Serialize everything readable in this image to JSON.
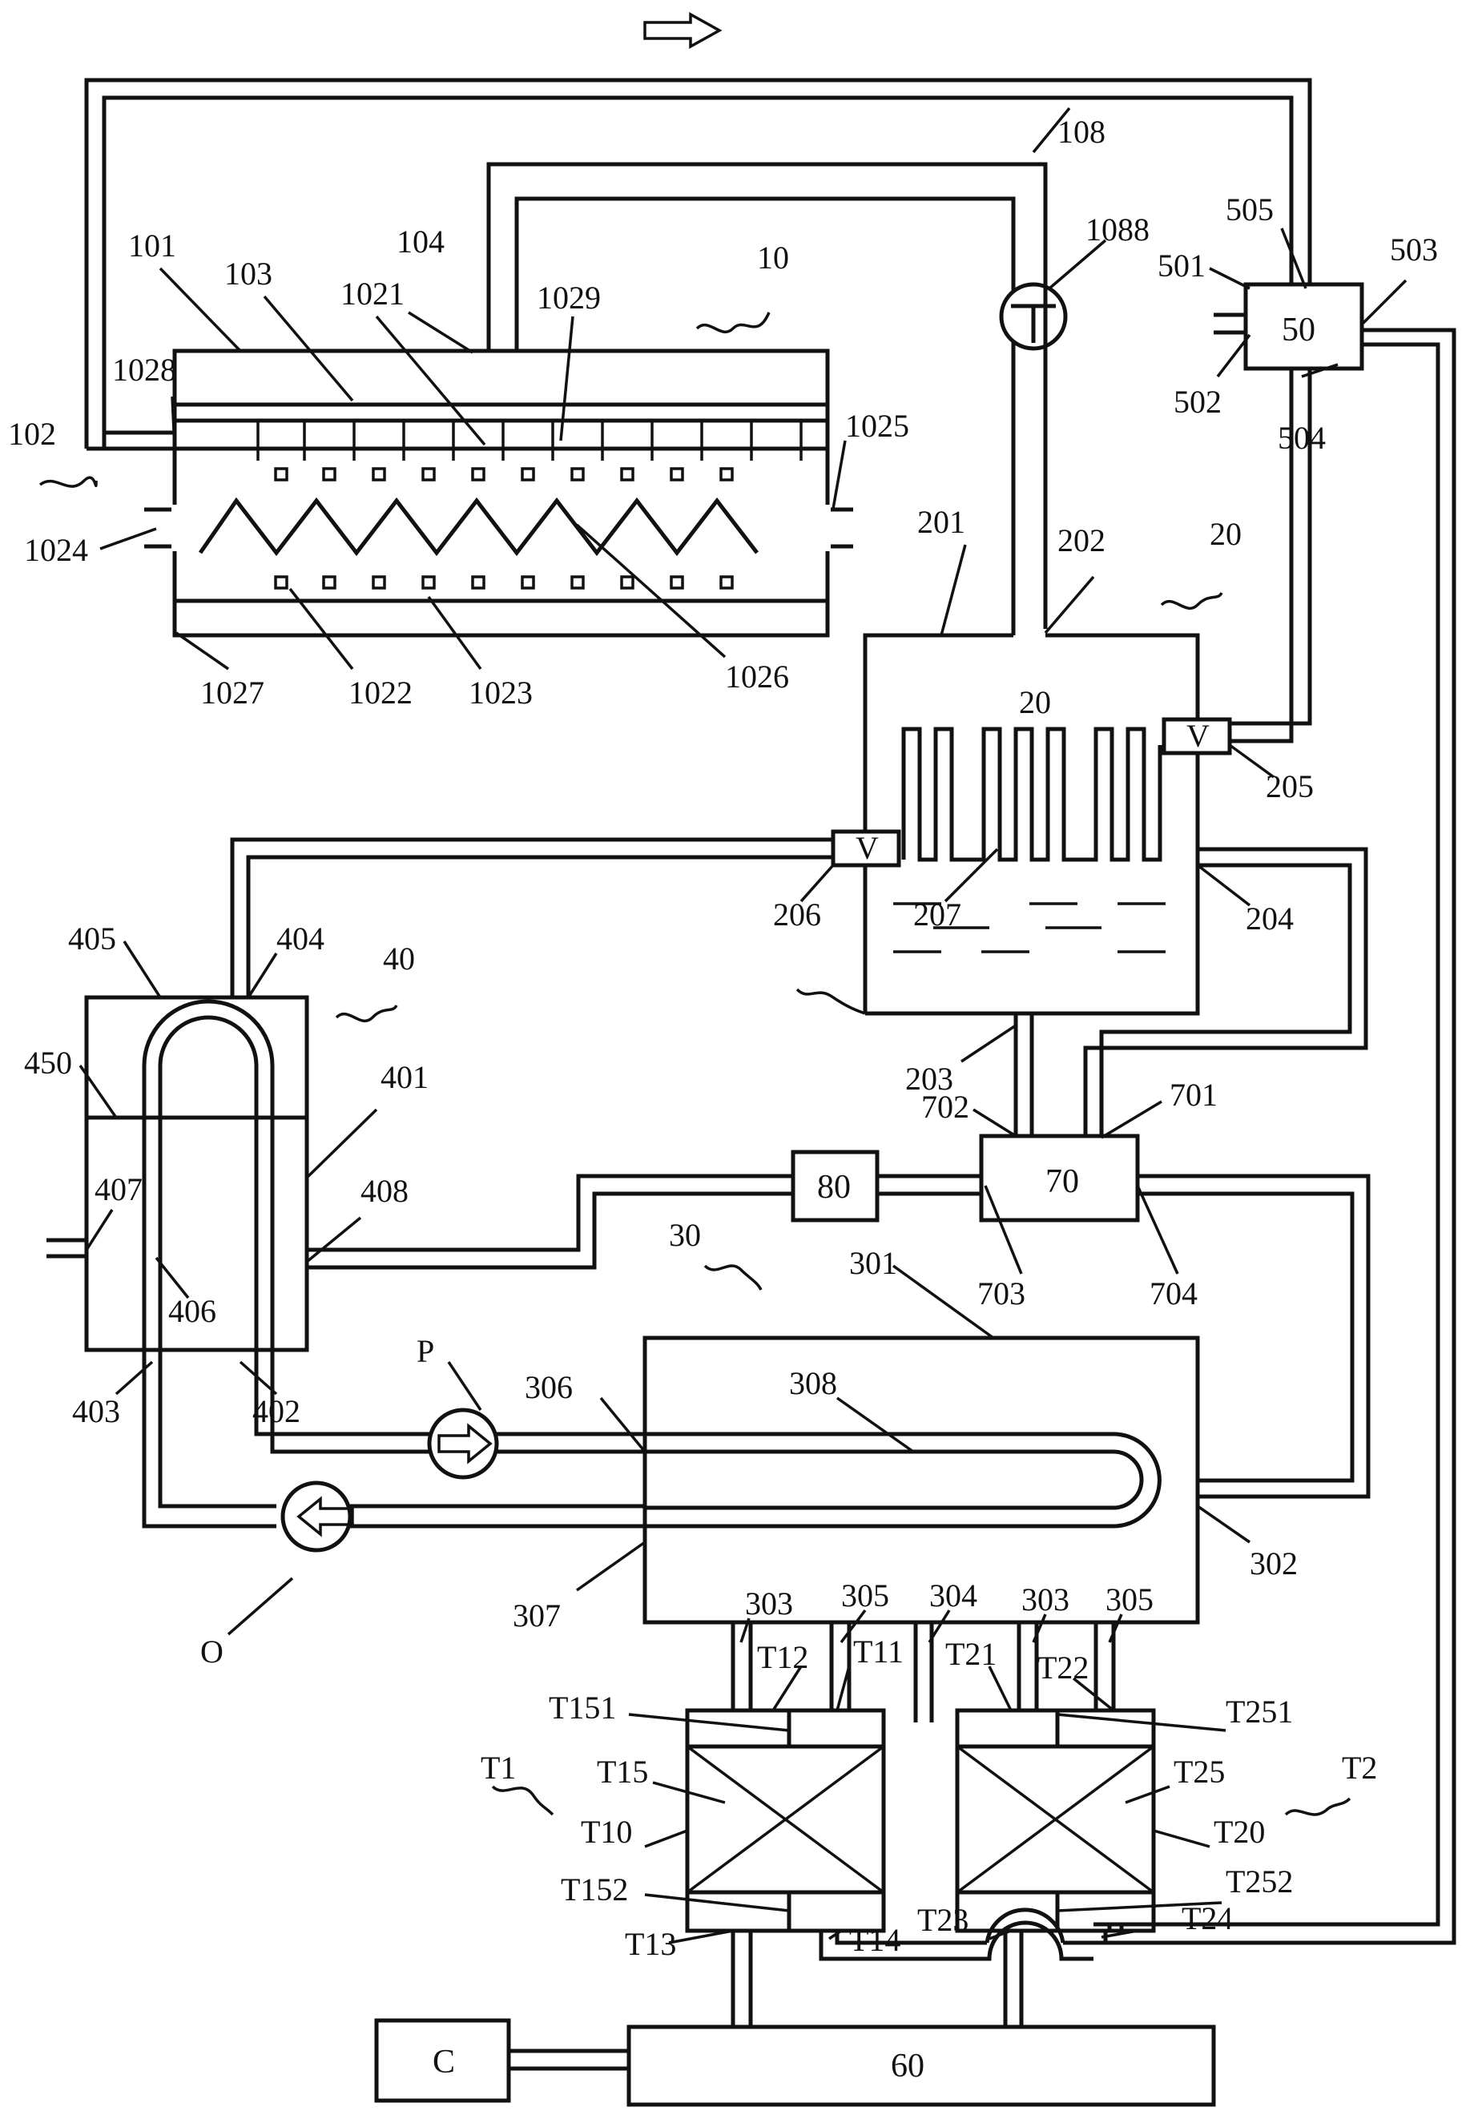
{
  "figure": {
    "labels": {
      "l10": "10",
      "l101": "101",
      "l102": "102",
      "l103": "103",
      "l104": "104",
      "l1021": "1021",
      "l1022": "1022",
      "l1023": "1023",
      "l1024": "1024",
      "l1025": "1025",
      "l1026": "1026",
      "l1027": "1027",
      "l1028": "1028",
      "l1029": "1029",
      "l108": "108",
      "l1088": "1088",
      "l20": "20",
      "l20b": "20",
      "l201": "201",
      "l202": "202",
      "l203": "203",
      "l204": "204",
      "l205": "205",
      "l206": "206",
      "l207": "207",
      "l30": "30",
      "l301": "301",
      "l302": "302",
      "l303a": "303",
      "l303b": "303",
      "l304": "304",
      "l305a": "305",
      "l305b": "305",
      "l306": "306",
      "l307": "307",
      "l308": "308",
      "l40": "40",
      "l401": "401",
      "l402": "402",
      "l403": "403",
      "l404": "404",
      "l405": "405",
      "l406": "406",
      "l407": "407",
      "l408": "408",
      "l450": "450",
      "l50": "50",
      "l501": "501",
      "l502": "502",
      "l503": "503",
      "l504": "504",
      "l505": "505",
      "l60": "60",
      "l70": "70",
      "l701": "701",
      "l702": "702",
      "l703": "703",
      "l704": "704",
      "l80": "80",
      "lC": "C",
      "lP": "P",
      "lO": "O",
      "lT1": "T1",
      "lT2": "T2",
      "lT10": "T10",
      "lT11": "T11",
      "lT12": "T12",
      "lT13": "T13",
      "lT14": "T14",
      "lT15": "T15",
      "lT151": "T151",
      "lT152": "T152",
      "lT20": "T20",
      "lT21": "T21",
      "lT22": "T22",
      "lT23": "T23",
      "lT24": "T24",
      "lT25": "T25",
      "lT251": "T251",
      "lT252": "T252",
      "valve_v1": "V",
      "valve_v2": "V"
    }
  }
}
